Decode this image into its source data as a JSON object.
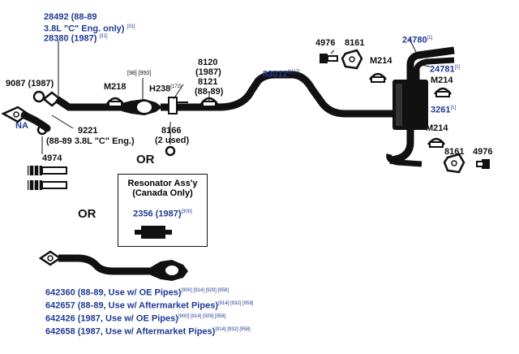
{
  "labels": {
    "p28492": "28492 (88-89",
    "p28492_eng": "3.8L \"C\" Eng. only)",
    "p28492_ref": "[31]",
    "p28380": "28380 (1987)",
    "p28380_ref": "[31]",
    "p9087": "9087 (1987)",
    "na": "NA",
    "m218": "M218",
    "ref98_950": "[98] [950]",
    "h238": "H238",
    "h238_ref": "[172]",
    "p8120": "8120",
    "p8120_year": "(1987)",
    "p8121": "8121",
    "p8121_year": "(88-89)",
    "p83012": "83012",
    "p83012_ref": "[1] [7]",
    "p4976_top": "4976",
    "p8161_top": "8161",
    "p24780": "24780",
    "p24780_ref": "[1]",
    "m214_a": "M214",
    "p24781": "24781",
    "p24781_ref": "[1]",
    "m214_b": "M214",
    "p3261": "3261",
    "p3261_ref": "[1]",
    "m214_c": "M214",
    "p8161_bottom": "8161",
    "p4976_bottom": "4976",
    "p9221": "9221",
    "p9221_note": "(88-89 3.8L \"C\" Eng.)",
    "p8166": "8166",
    "p8166_note": "(2 used)",
    "p4974": "4974",
    "or_1": "OR",
    "or_2": "OR"
  },
  "resonator": {
    "title_line1": "Resonator Ass'y",
    "title_line2": "(Canada Only)",
    "part": "2356 (1987)",
    "part_ref": "[300]"
  },
  "parts_list": [
    {
      "text": "642360 (88-89, Use w/ OE Pipes)",
      "refs": "[900] [914] [929] [958]"
    },
    {
      "text": "642657 (88-89, Use w/ Aftermarket Pipes)",
      "refs": "[914] [932] [958]"
    },
    {
      "text": "642426 (1987, Use w/ OE Pipes)",
      "refs": "[900] [914] [929] [958]"
    },
    {
      "text": "642658 (1987, Use w/ Aftermarket Pipes)",
      "refs": "[914] [932] [958]"
    }
  ],
  "colors": {
    "ink": "#111111",
    "part_blue": "#1f3a93",
    "background": "#ffffff"
  }
}
